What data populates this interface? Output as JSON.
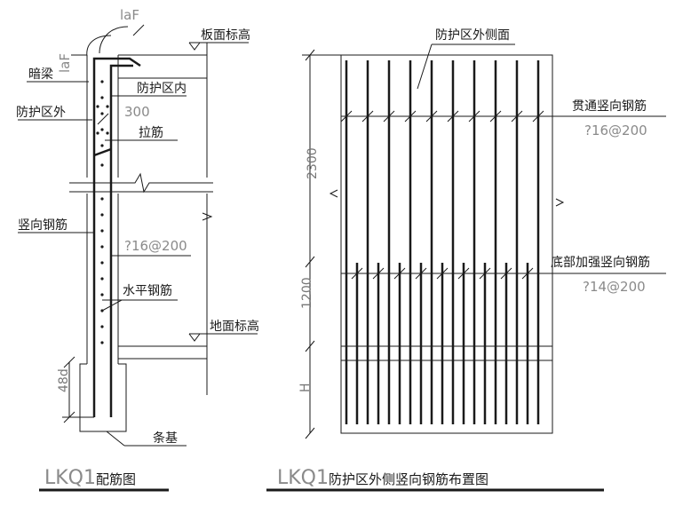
{
  "left_figure": {
    "labels": {
      "laf": "laF",
      "lat": "laF",
      "slab_elevation": "板面标高",
      "hidden_beam": "暗梁",
      "inside_protected": "防护区内",
      "outside_protected": "防护区外",
      "dim_300": "300",
      "tie_bar": "拉筋",
      "vertical_rebar": "竖向钢筋",
      "vertical_spec": "?16@200",
      "horizontal_rebar": "水平钢筋",
      "ground_elevation": "地面标高",
      "dim_48d": "48d",
      "strip_foundation": "条基"
    },
    "title_code": "LKQ1",
    "title_text": "配筋图"
  },
  "right_figure": {
    "labels": {
      "outer_face": "防护区外侧面",
      "through_vertical": "贯通竖向钢筋",
      "through_spec": "?16@200",
      "bottom_reinforce": "底部加强竖向钢筋",
      "bottom_spec": "?14@200",
      "dim_2300": "2300",
      "dim_1200": "1200",
      "dim_h": "H"
    },
    "bar_count": 10,
    "short_bar_count": 9,
    "title_code": "LKQ1",
    "title_text": "防护区外侧竖向钢筋布置图"
  }
}
